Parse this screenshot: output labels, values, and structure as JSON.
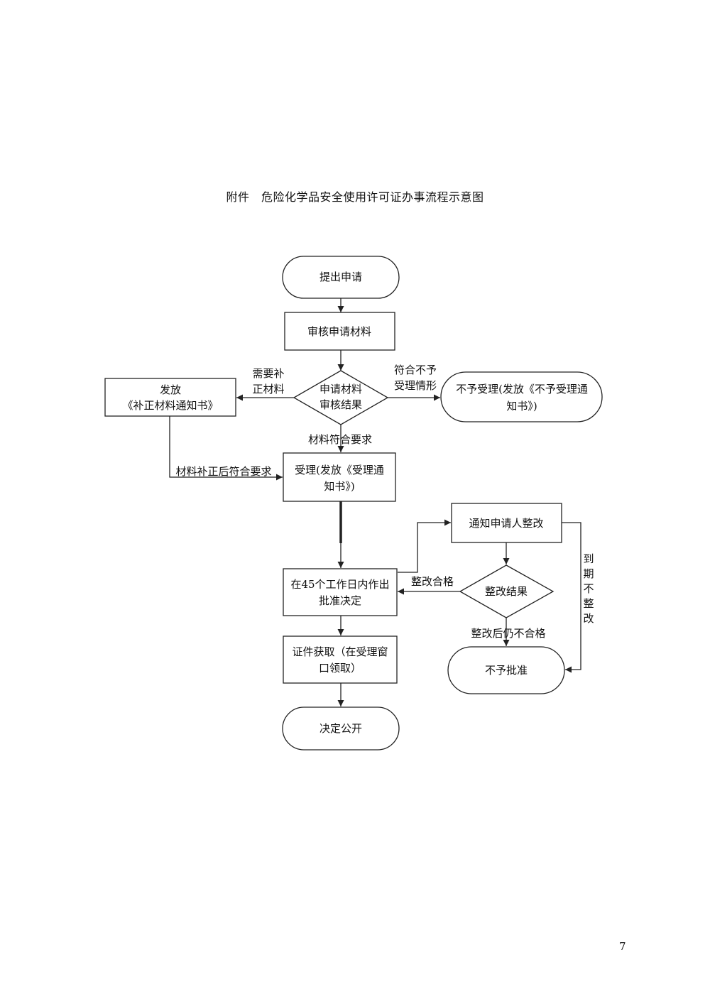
{
  "title": "附件　危险化学品安全使用许可证办事流程示意图",
  "page_number": "7",
  "nodes": {
    "start": [
      "提出申请"
    ],
    "review": [
      "审核申请材料"
    ],
    "decision_review": [
      "申请材料",
      "审核结果"
    ],
    "notice_correct": [
      "发放",
      "《补正材料通知书》"
    ],
    "reject_accept": [
      "不予受理(发放《不予受理通",
      "知书》)"
    ],
    "accept": [
      "受理(发放《受理通",
      "知书》)"
    ],
    "approve": [
      "在45个工作日内作出",
      "批准决定"
    ],
    "notify_fix": [
      "通知申请人整改"
    ],
    "decision_fix": [
      "整改结果"
    ],
    "obtain": [
      "证件获取（在受理窗",
      "口领取）"
    ],
    "deny": [
      "不予批准"
    ],
    "publish": [
      "决定公开"
    ]
  },
  "edge_labels": {
    "need_correct": [
      "需要补",
      "正材料"
    ],
    "not_accept": [
      "符合不予",
      "受理情形"
    ],
    "meets": [
      "材料符合要求"
    ],
    "after_correct": [
      "材料补正后符合要求"
    ],
    "fix_ok": [
      "整改合格"
    ],
    "fix_fail": [
      "整改后仍不合格"
    ],
    "overdue": [
      "到",
      "期",
      "不",
      "整",
      "改"
    ]
  }
}
